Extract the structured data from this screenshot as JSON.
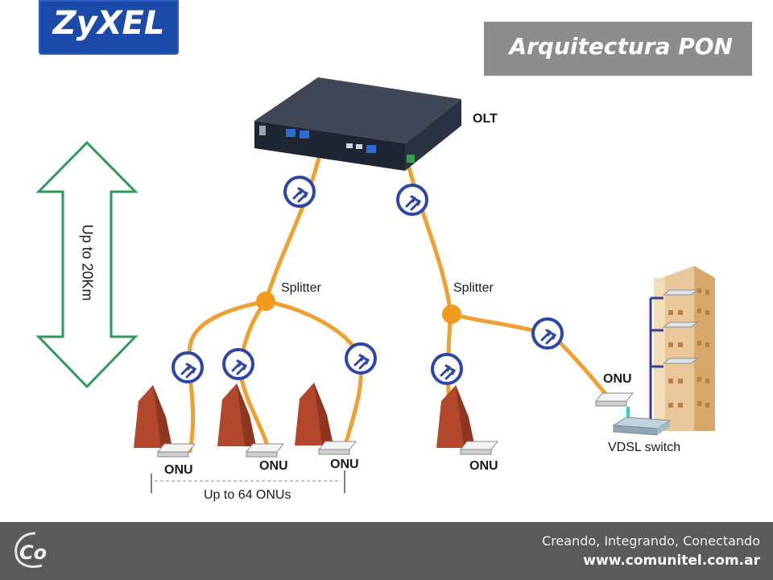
{
  "header": {
    "logo_text": "ZyXEL",
    "title": "Arquitectura PON"
  },
  "diagram": {
    "olt_label": "OLT",
    "splitter_left_label": "Splitter",
    "splitter_right_label": "Splitter",
    "distance_label": "Up to 20Km",
    "onu_labels": [
      "ONU",
      "ONU",
      "ONU",
      "ONU",
      "ONU"
    ],
    "onu_count_label": "Up to 64 ONUs",
    "vdsl_switch_label": "VDSL switch",
    "colors": {
      "fiber": "#f0a030",
      "splitter": "#f29a1c",
      "arrow_outline": "#2e9a5a",
      "connector_ring": "#2b46a8",
      "house": "#b3472c",
      "building": "#e8c89a",
      "vdsl_link": "#3a3aa0"
    }
  },
  "footer": {
    "logo_text": "Co",
    "tagline": "Creando, Integrando, Conectando",
    "website": "www.comunitel.com.ar"
  }
}
